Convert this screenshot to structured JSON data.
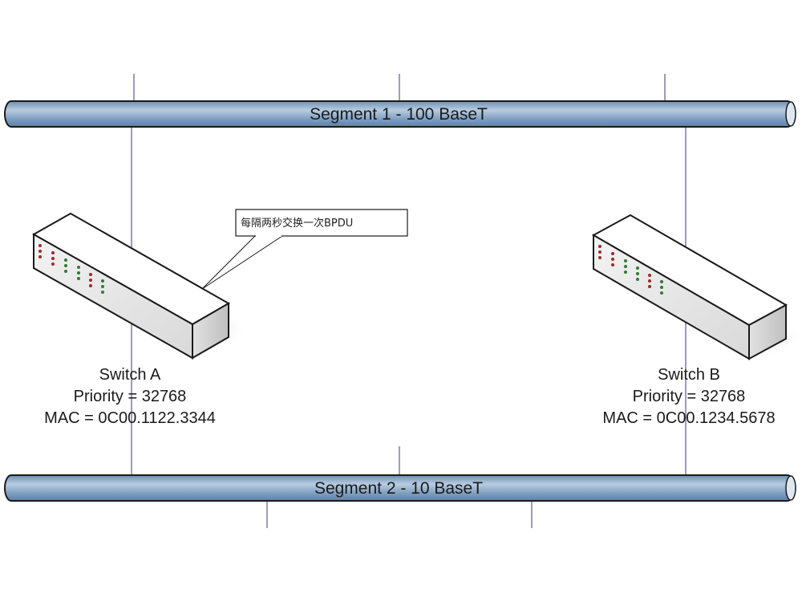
{
  "colors": {
    "segment_fill": "#7f9fc0",
    "segment_highlight": "#b8cce0",
    "segment_outline": "#1a1a1a",
    "drop_line": "#5a5a8a",
    "switch_top": "#ffffff",
    "switch_front": "#e8e8e8",
    "switch_side": "#cfcfcf",
    "led_red": "#9b2a2a",
    "led_green": "#2e7d32"
  },
  "segments": {
    "top": {
      "label": "Segment 1 - 100 BaseT"
    },
    "bottom": {
      "label": "Segment 2 - 10 BaseT"
    }
  },
  "switch_a": {
    "name": "Switch A",
    "priority": "Priority = 32768",
    "mac": "MAC = 0C00.1122.3344"
  },
  "switch_b": {
    "name": "Switch B",
    "priority": "Priority = 32768",
    "mac": "MAC = 0C00.1234.5678"
  },
  "callout": {
    "text": "每隔两秒交换一次BPDU"
  },
  "icons": {
    "switch": "network-switch-icon"
  }
}
